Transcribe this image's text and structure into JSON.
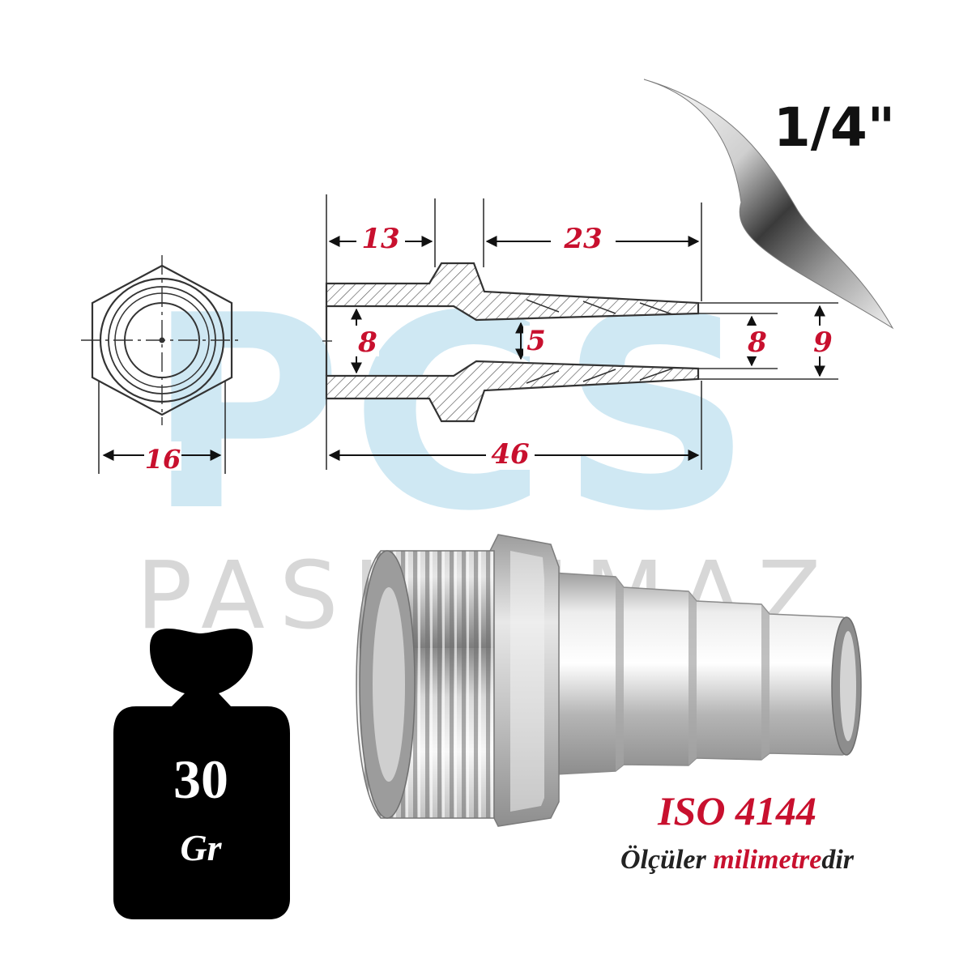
{
  "size_label": "1/4\"",
  "watermark": {
    "logo_text": "PCS",
    "brand_text": "PASLANMAZ"
  },
  "dimensions": {
    "hex_width": "16",
    "thread_length": "13",
    "barb_length": "23",
    "total_length": "46",
    "thread_bore": "8",
    "inner_bore": "5",
    "barb_inner_diameter": "8",
    "barb_outer_diameter": "9"
  },
  "weight": {
    "value": "30",
    "unit": "Gr"
  },
  "standard": "ISO 4144",
  "units_note": {
    "prefix": "Ölçüler ",
    "highlight": "milimetre",
    "suffix": "dir"
  },
  "colors": {
    "dimension_text": "#c8102e",
    "drawing_lines": "#333333",
    "watermark_logo": "#a9d6ea",
    "watermark_brand": "#bdbdbd",
    "weight_badge": "#000000",
    "metal_highlight": "#f4f4f4",
    "metal_shadow": "#7a7a7a"
  },
  "icons": {
    "page_curl": "page-curl-icon",
    "weight": "weight-icon"
  }
}
